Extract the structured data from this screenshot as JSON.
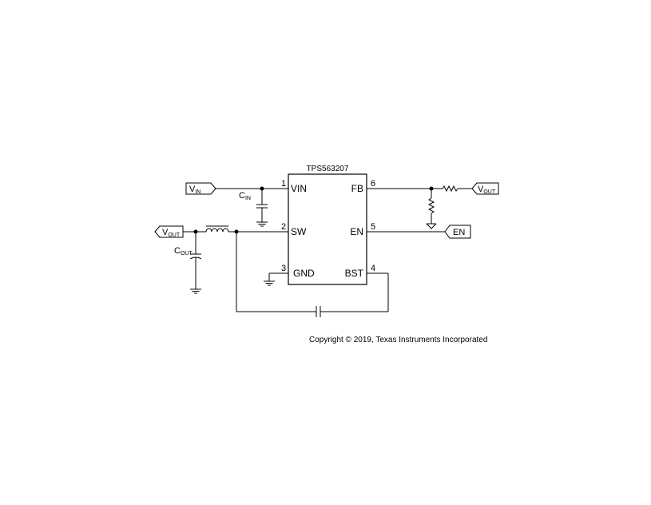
{
  "chip": {
    "name": "TPS563207",
    "pins": {
      "vin": {
        "number": "1",
        "name": "VIN"
      },
      "sw": {
        "number": "2",
        "name": "SW"
      },
      "gnd": {
        "number": "3",
        "name": "GND"
      },
      "bst": {
        "number": "4",
        "name": "BST"
      },
      "en": {
        "number": "5",
        "name": "EN"
      },
      "fb": {
        "number": "6",
        "name": "FB"
      }
    }
  },
  "ports": {
    "vin": {
      "main": "V",
      "sub": "IN"
    },
    "vout_left": {
      "main": "V",
      "sub": "OUT"
    },
    "vout_right": {
      "main": "V",
      "sub": "OUT"
    },
    "en": {
      "main": "EN"
    }
  },
  "components": {
    "cin": {
      "main": "C",
      "sub": "IN"
    },
    "cout": {
      "main": "C",
      "sub": "OUT"
    }
  },
  "copyright": "Copyright © 2019, Texas Instruments Incorporated"
}
